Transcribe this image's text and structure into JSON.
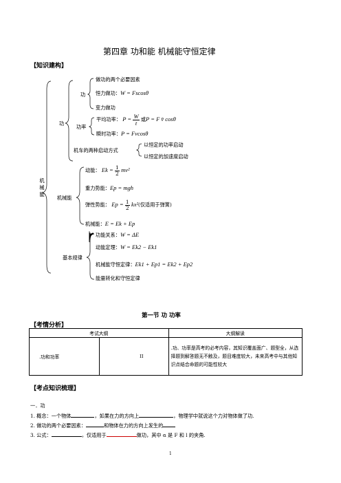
{
  "chapter_title": "第四章  功和能    机械能守恒定律",
  "section_knowledge": "【知识建构】",
  "tree": {
    "root": "机械能",
    "work": {
      "label": "功",
      "w": {
        "label": "功",
        "items": [
          "做功的两个必要因素",
          "恒力做功：",
          "变力做功"
        ],
        "constant_formula": "W = Fscosθ"
      },
      "power": {
        "label": "功率",
        "avg_label": "平均功率：",
        "avg_formula_lhs": "P =",
        "avg_num": "W",
        "avg_den": "t",
        "avg_or": "或",
        "avg_formula_rhs": "P = F v̄ cosθ",
        "inst_label": "瞬时功率：",
        "inst_formula": "P = Fvcosθ"
      },
      "start": {
        "label": "机车的两种启动方式",
        "items": [
          "以恒定的功率启动",
          "以恒定的加速度启动"
        ]
      }
    },
    "mech": {
      "label": "机械能",
      "ke_label": "动能：",
      "ke_lhs": "Ek =",
      "ke_num": "1",
      "ke_den": "2",
      "ke_rhs": "mv²",
      "pe_label": "重力势能：",
      "pe_formula": "Ep = mgh",
      "elastic_label": "弹性势能：",
      "elastic_lhs": "Ep =",
      "elastic_num": "1",
      "elastic_den": "2",
      "elastic_rhs": "kx²",
      "elastic_note": "(仅适用于弹簧)",
      "me_label": "机械能：",
      "me_formula": "E = Ek + Ep"
    },
    "laws": {
      "label": "基本规律",
      "rel_label": "功能关系：",
      "rel_formula": "W = ΔE",
      "thm_label": "动能定理：",
      "thm_formula": "W = Ek2 − Ek1",
      "cons_label": "机械能守恒定律：",
      "cons_formula": "Ek1 + Ep1 = Ek2 + Ep2",
      "transfer": "能量转化和守恒定律"
    }
  },
  "section1_title": "第一节        功    功率",
  "exam_title": "【考情分析】",
  "exam_table": {
    "h1": "考试大纲",
    "h2": "大纲解读",
    "c1": ".功和功率",
    "c2": "II",
    "c3": ".功、功率是高考的必考内容，其知识覆盖面广、题型全，从选择题到解答题无不触及，题目难度较大，未来高考中与其他知识点结合命题的可能性较大"
  },
  "points_title": "【考点知识梳理】",
  "point_heading": "一．功",
  "lines": {
    "l1_a": "1. 概念：一个物体",
    "l1_b": "，如果在力的方向上",
    "l1_c": "，物理学中就说这个力对物体做了功.",
    "l2_a": "2.   做功的两个必要因素：",
    "l2_b": "和物体在力的方向上发生的",
    "l3_a": "3.   公式：",
    "l3_b": "，仅适用于",
    "l3_c": "做功，其中 α 是 F 和 l 的夹角."
  },
  "page_number": "1"
}
